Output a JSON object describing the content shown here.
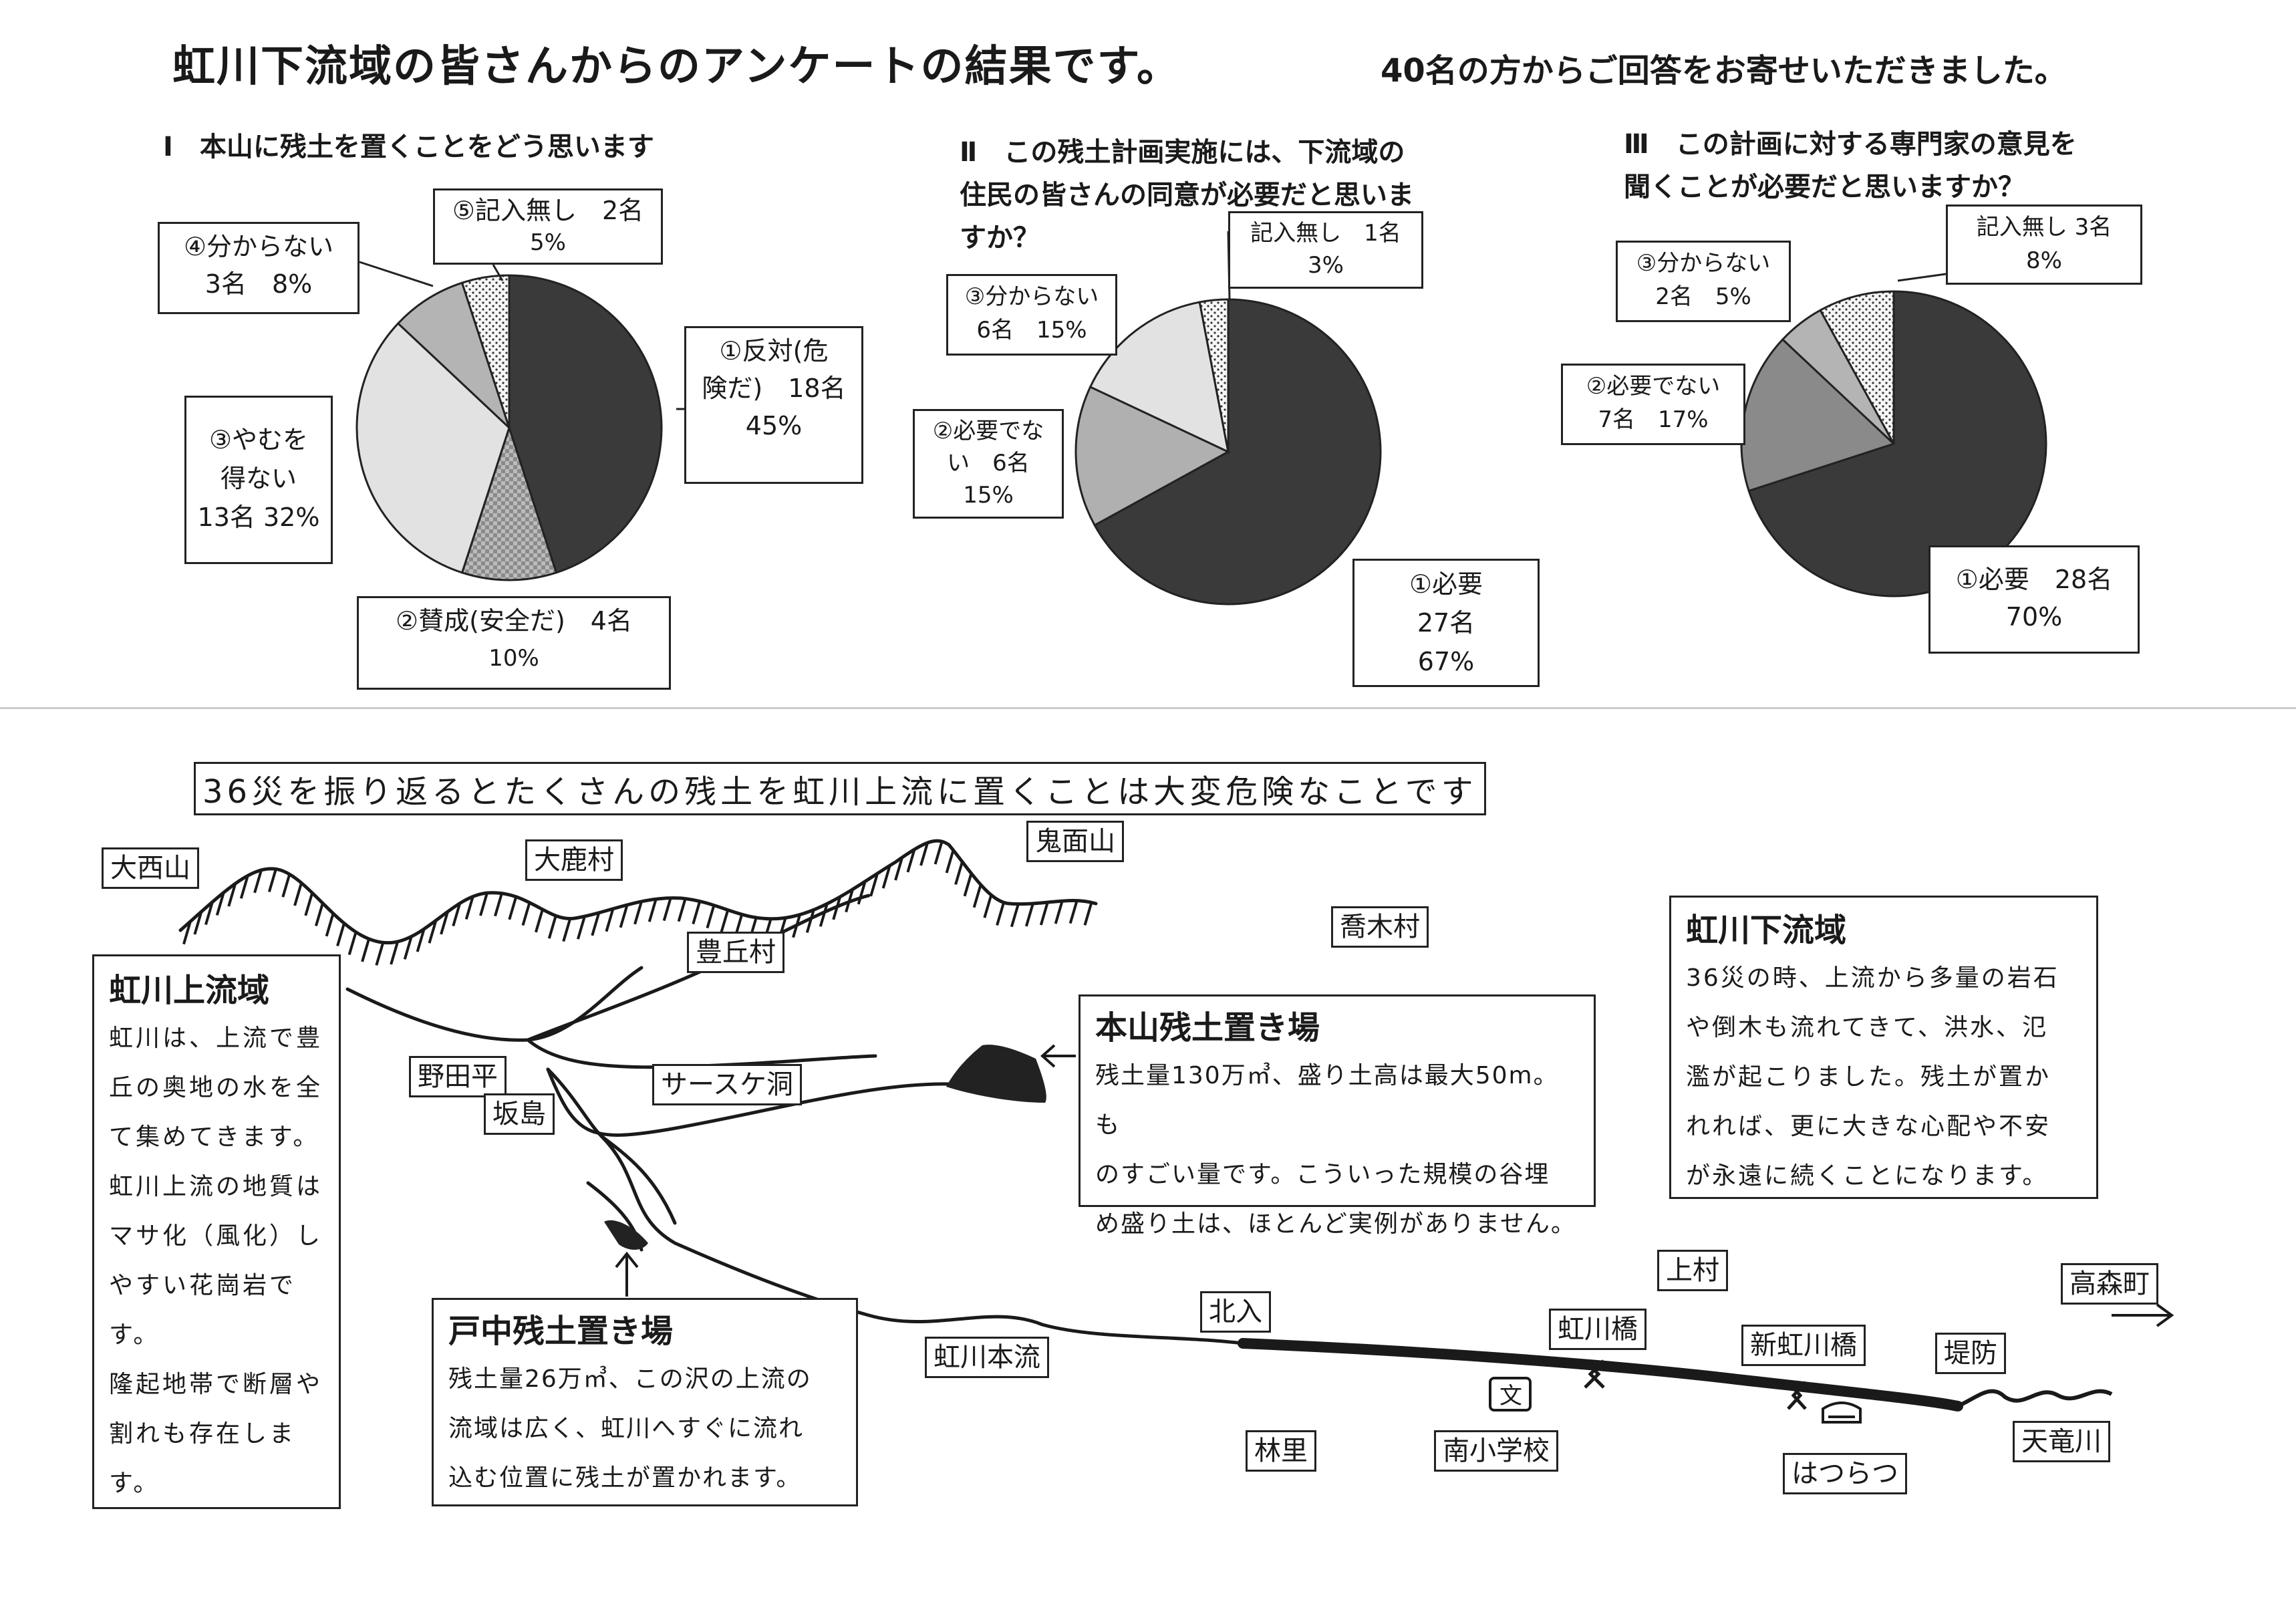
{
  "header": {
    "title": "虹川下流域の皆さんからのアンケートの結果です。",
    "respondents": "40名の方からご回答をお寄せいただきました。"
  },
  "q1": {
    "title": "Ⅰ　本山に残土を置くことをどう思います",
    "labels": {
      "a1": "①反対(危",
      "a2": "険だ)　18名",
      "a3": "45%",
      "b1": "②賛成(安全だ)　4名",
      "b2": "10%",
      "c1": "③やむを",
      "c2": "得ない",
      "c3": "13名 32%",
      "d1": "④分からない",
      "d2": "3名　8%",
      "e1": "⑤記入無し　2名",
      "e2": "5%"
    }
  },
  "q2": {
    "title1": "Ⅱ　この残土計画実施には、下流域の",
    "title2": "住民の皆さんの同意が必要だと思いま",
    "title3": "すか？",
    "labels": {
      "a1": "①必要",
      "a2": "27名",
      "a3": "67%",
      "b1": "②必要でな",
      "b2": "い　6名",
      "b3": "15%",
      "c1": "③分からない",
      "c2": "6名　15%",
      "d1": "記入無し　1名",
      "d2": "3%"
    }
  },
  "q3": {
    "title1": "Ⅲ　この計画に対する専門家の意見を",
    "title2": "聞くことが必要だと思いますか？",
    "labels": {
      "a1": "①必要　28名",
      "a2": "70%",
      "b1": "②必要でない",
      "b2": "7名　17%",
      "c1": "③分からない",
      "c2": "2名　5%",
      "d1": "記入無し 3名",
      "d2": "8%"
    }
  },
  "pie_data": [
    {
      "id": "q1",
      "slices": [
        {
          "label": "①反対(危険だ)",
          "count": 18,
          "percent": 45,
          "color": "#3a3a3a"
        },
        {
          "label": "②賛成(安全だ)",
          "count": 4,
          "percent": 10,
          "color": "#7a7a7a"
        },
        {
          "label": "③やむを得ない",
          "count": 13,
          "percent": 32,
          "color": "#e2e2e2"
        },
        {
          "label": "④分からない",
          "count": 3,
          "percent": 8,
          "color": "#b4b4b4"
        },
        {
          "label": "⑤記入無し",
          "count": 2,
          "percent": 5,
          "color": "#f4f4f4"
        }
      ]
    },
    {
      "id": "q2",
      "slices": [
        {
          "label": "①必要",
          "count": 27,
          "percent": 67,
          "color": "#3a3a3a"
        },
        {
          "label": "②必要でない",
          "count": 6,
          "percent": 15,
          "color": "#b0b0b0"
        },
        {
          "label": "③分からない",
          "count": 6,
          "percent": 15,
          "color": "#e2e2e2"
        },
        {
          "label": "記入無し",
          "count": 1,
          "percent": 3,
          "color": "#f4f4f4"
        }
      ]
    },
    {
      "id": "q3",
      "slices": [
        {
          "label": "①必要",
          "count": 28,
          "percent": 70,
          "color": "#3a3a3a"
        },
        {
          "label": "②必要でない",
          "count": 7,
          "percent": 17,
          "color": "#8a8a8a"
        },
        {
          "label": "③分からない",
          "count": 2,
          "percent": 5,
          "color": "#b4b4b4"
        },
        {
          "label": "記入無し",
          "count": 3,
          "percent": 8,
          "color": "#eeeeee"
        }
      ]
    }
  ],
  "map": {
    "banner": "36災を振り返るとたくさんの残土を虹川上流に置くことは大変危険なことです",
    "places": {
      "onishiyama": "大西山",
      "oshika": "大鹿村",
      "kimen": "鬼面山",
      "toyooka": "豊丘村",
      "takagi": "喬木村",
      "nodahira": "野田平",
      "sakashima": "坂島",
      "saasuke": "サースケ洞",
      "kamimura": "上村",
      "takamori": "高森町",
      "kitairi": "北入",
      "hongawa": "虹川本流",
      "hashi": "虹川橋",
      "shinhashi": "新虹川橋",
      "teibo": "堤防",
      "tenryu": "天竜川",
      "hayashi": "林里",
      "minami": "南小学校",
      "hatsuratsu": "はつらつ"
    },
    "upstream": {
      "heading": "虹川上流域",
      "lines": [
        "虹川は、上流で豊",
        "丘の奥地の水を全",
        "て集めてきます。",
        "虹川上流の地質は",
        "マサ化（風化）し",
        "やすい花崗岩で",
        "す。",
        "隆起地帯で断層や",
        "割れも存在しま",
        "す。"
      ]
    },
    "motoyama": {
      "heading": "本山残土置き場",
      "lines": [
        "残土量130万㎥、盛り土高は最大50m。も",
        "のすごい量です。こういった規模の谷埋",
        "め盛り土は、ほとんど実例がありません。"
      ]
    },
    "tonaka": {
      "heading": "戸中残土置き場",
      "lines": [
        "残土量26万㎥、この沢の上流の",
        "流域は広く、虹川へすぐに流れ",
        "込む位置に残土が置かれます。"
      ]
    },
    "downstream": {
      "heading": "虹川下流域",
      "lines": [
        "36災の時、上流から多量の岩石",
        "や倒木も流れてきて、洪水、氾",
        "濫が起こりました。残土が置か",
        "れれば、更に大きな心配や不安",
        "が永遠に続くことになります。"
      ]
    },
    "school_icon": "school-icon",
    "colors": {
      "ink": "#1a1a1a",
      "dump": "#222222"
    }
  }
}
